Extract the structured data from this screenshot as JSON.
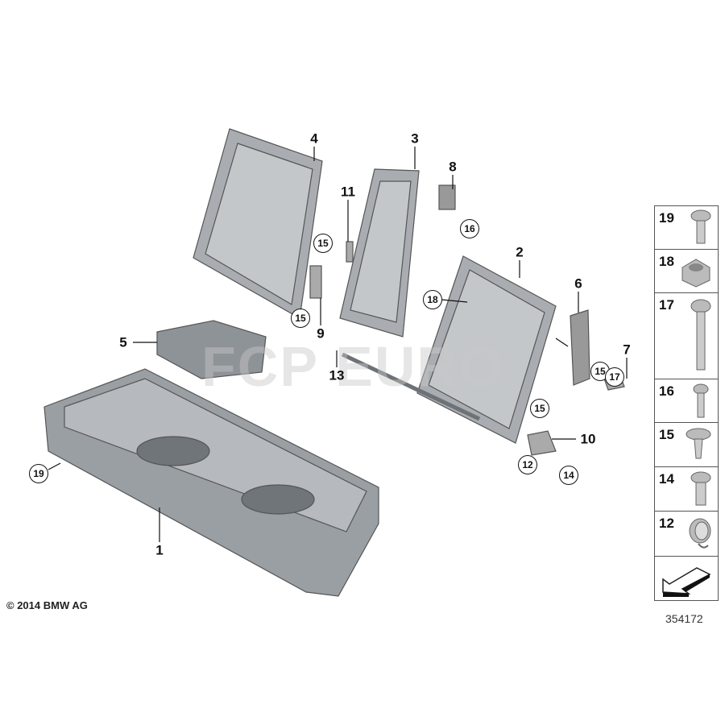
{
  "diagram": {
    "callouts": [
      {
        "id": "4",
        "style": "plain"
      },
      {
        "id": "3",
        "style": "plain"
      },
      {
        "id": "8",
        "style": "plain"
      },
      {
        "id": "16",
        "style": "circle"
      },
      {
        "id": "11",
        "style": "plain"
      },
      {
        "id": "15",
        "style": "circle"
      },
      {
        "id": "15",
        "style": "circle"
      },
      {
        "id": "9",
        "style": "plain"
      },
      {
        "id": "2",
        "style": "plain"
      },
      {
        "id": "18",
        "style": "circle"
      },
      {
        "id": "6",
        "style": "plain"
      },
      {
        "id": "7",
        "style": "plain"
      },
      {
        "id": "15",
        "style": "circle"
      },
      {
        "id": "17",
        "style": "circle"
      },
      {
        "id": "5",
        "style": "plain"
      },
      {
        "id": "13",
        "style": "plain"
      },
      {
        "id": "15",
        "style": "circle"
      },
      {
        "id": "10",
        "style": "plain"
      },
      {
        "id": "12",
        "style": "circle"
      },
      {
        "id": "14",
        "style": "circle"
      },
      {
        "id": "19",
        "style": "circle"
      },
      {
        "id": "1",
        "style": "plain"
      }
    ],
    "watermark": "FCP EURO",
    "copyright": "© 2014 BMW AG"
  },
  "legend": {
    "items": [
      {
        "id": "19",
        "icon": "pan-head-screw"
      },
      {
        "id": "18",
        "icon": "flange-nut"
      },
      {
        "id": "17",
        "icon": "long-bolt"
      },
      {
        "id": "16",
        "icon": "short-bolt"
      },
      {
        "id": "15",
        "icon": "flange-screw"
      },
      {
        "id": "14",
        "icon": "shoulder-bolt"
      },
      {
        "id": "12",
        "icon": "clip-nut"
      }
    ],
    "direction_icon": "forward-arrow",
    "image_number": "354172"
  }
}
